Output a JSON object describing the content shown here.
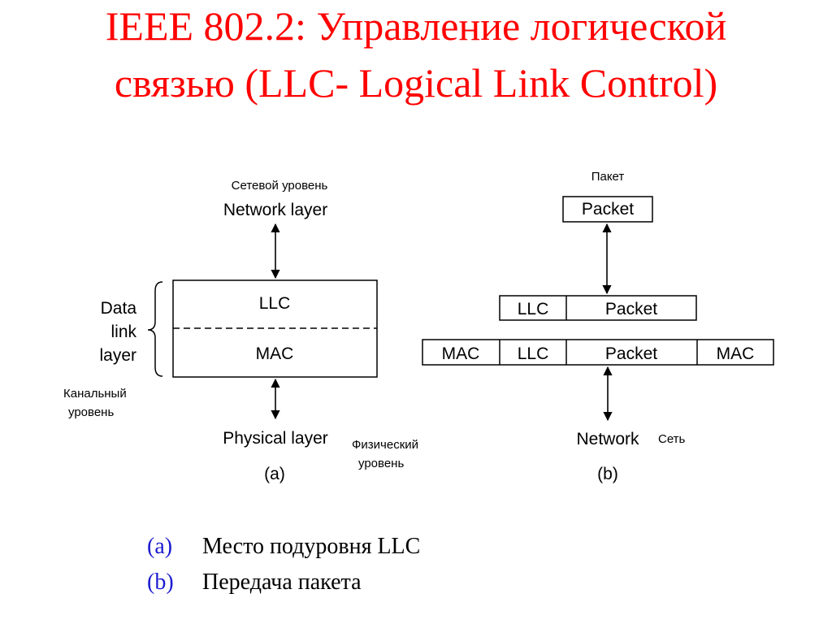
{
  "title": {
    "line1": "IEEE 802.2: Управление логической",
    "line2": "связью (LLC- Logical Link Control)"
  },
  "diagram_a": {
    "network_layer_ru": "Сетевой уровень",
    "network_layer": "Network layer",
    "llc": "LLC",
    "mac": "MAC",
    "data_link_1": "Data",
    "data_link_2": "link",
    "data_link_3": "layer",
    "data_link_ru_1": "Канальный",
    "data_link_ru_2": "уровень",
    "physical_layer": "Physical layer",
    "physical_ru_1": "Физический",
    "physical_ru_2": "уровень",
    "label": "(a)"
  },
  "diagram_b": {
    "packet_ru": "Пакет",
    "packet": "Packet",
    "row1": [
      "LLC",
      "Packet"
    ],
    "row2": [
      "MAC",
      "LLC",
      "Packet",
      "MAC"
    ],
    "network": "Network",
    "network_ru": "Сеть",
    "label": "(b)"
  },
  "captions": [
    {
      "key": "(a)",
      "text": "Место подуровня LLC"
    },
    {
      "key": "(b)",
      "text": "Передача пакета"
    }
  ],
  "colors": {
    "title": "#ff0000",
    "caption_key": "#1b1bd0"
  }
}
